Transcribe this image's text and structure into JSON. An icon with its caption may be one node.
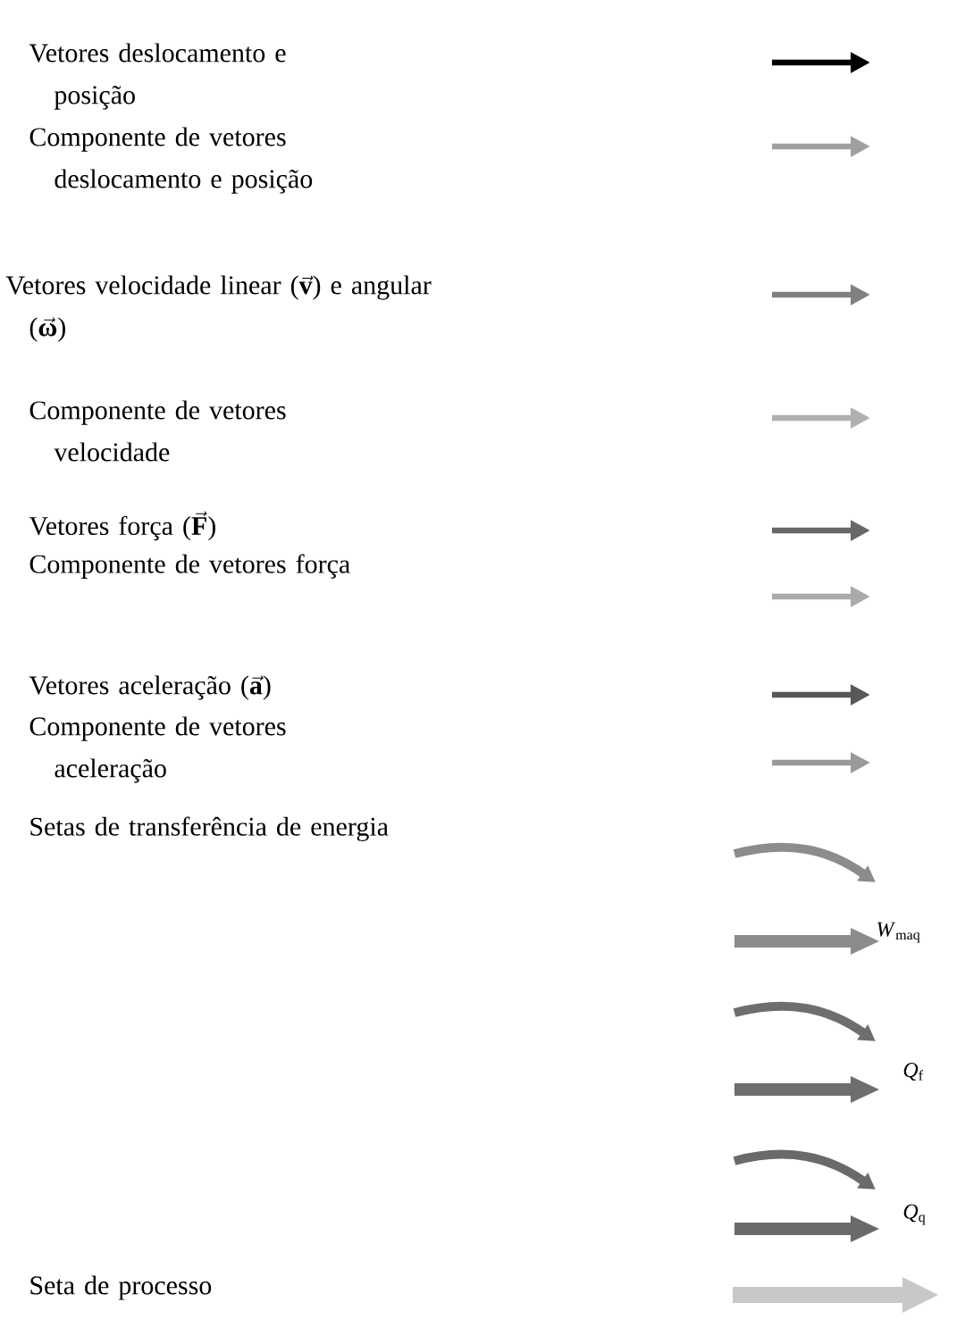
{
  "diagram": {
    "labels": [
      "*W*$_{maq}$",
      "*Q*$_{f}$",
      "*Q*$_{q}$"
    ],
    "legend": [
      {
        "text": "Vetores deslocamento e posição"
      },
      {
        "text": "Componente de vetores deslocamento e posição"
      },
      {
        "text": "Vetores velocidade linear (**v⃗**) e angular (**ω⃗**)"
      },
      {
        "text": "Componente de vetores velocidade"
      },
      {
        "text": "Vetores força (**F⃗**)"
      },
      {
        "text": "Componente de vetores força"
      },
      {
        "text": "Vetores aceleração (**a⃗**)"
      },
      {
        "text": "Componente de vetores aceleração"
      },
      {
        "text": "Setas de transferência de energia"
      },
      {
        "text": "Seta de processo"
      }
    ]
  }
}
